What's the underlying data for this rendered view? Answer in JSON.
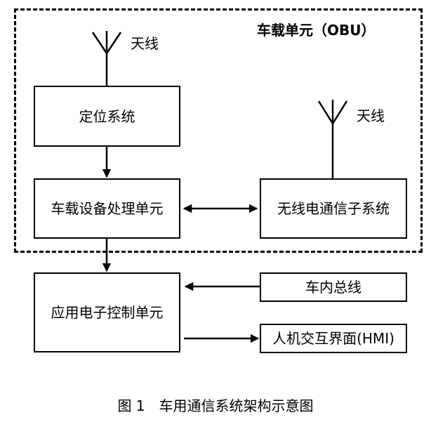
{
  "obu": {
    "title": "车载单元（OBU）"
  },
  "antennas": {
    "left_label": "天线",
    "right_label": "天线"
  },
  "blocks": {
    "positioning": "定位系统",
    "processing": "车载设备处理单元",
    "wireless": "无线电通信子系统",
    "app_control": "应用电子控制单元",
    "can_bus": "车内总线",
    "hmi": "人机交互界面(HMI)"
  },
  "caption": "图 1　车用通信系统架构示意图"
}
